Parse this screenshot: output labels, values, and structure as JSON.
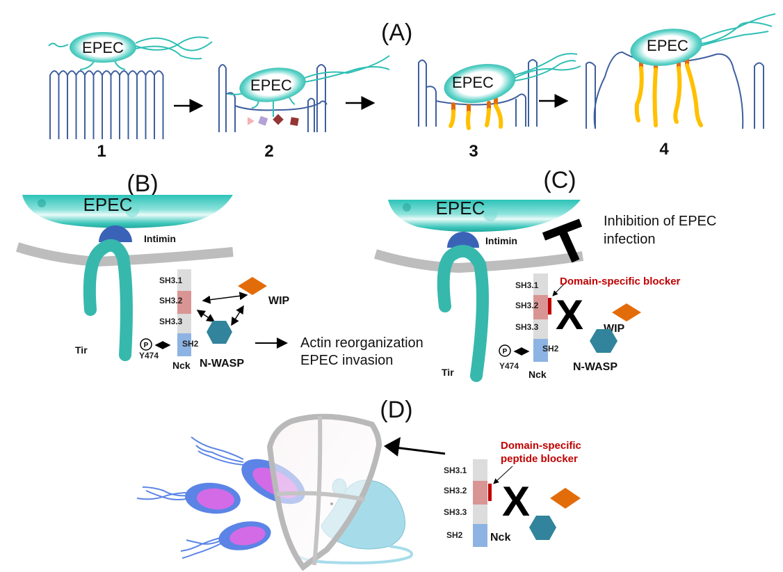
{
  "figure": {
    "panelA": {
      "label": "(A)",
      "steps": [
        {
          "number": "1",
          "bacterium": "EPEC"
        },
        {
          "number": "2",
          "bacterium": "EPEC"
        },
        {
          "number": "3",
          "bacterium": "EPEC"
        },
        {
          "number": "4",
          "bacterium": "EPEC"
        }
      ]
    },
    "panelB": {
      "label": "(B)",
      "bacterium": "EPEC",
      "intimin": "Intimin",
      "tir": "Tir",
      "phospho": "P",
      "residue": "Y474",
      "nck_label": "Nck",
      "domains": [
        "SH3.1",
        "SH3.2",
        "SH3.3",
        "SH2"
      ],
      "wip": "WIP",
      "nwasp": "N-WASP",
      "outcome_line1": "Actin reorganization",
      "outcome_line2": "EPEC invasion"
    },
    "panelC": {
      "label": "(C)",
      "bacterium": "EPEC",
      "intimin": "Intimin",
      "tir": "Tir",
      "phospho": "P",
      "residue": "Y474",
      "nck_label": "Nck",
      "domains": [
        "SH3.1",
        "SH3.2",
        "SH3.3",
        "SH2"
      ],
      "wip": "WIP",
      "nwasp": "N-WASP",
      "blocker": "Domain-specific blocker",
      "inhibition_line1": "Inhibition of EPEC",
      "inhibition_line2": "infection",
      "block_mark": "X"
    },
    "panelD": {
      "label": "(D)",
      "nck_label": "Nck",
      "domains": [
        "SH3.1",
        "SH3.2",
        "SH3.3",
        "SH2"
      ],
      "blocker_line1": "Domain-specific",
      "blocker_line2": "peptide blocker",
      "block_mark": "X"
    },
    "colors": {
      "bacterium_teal": "#2fbfb4",
      "microvilli": "#3e5f9e",
      "actin": "#ffc000",
      "tir": "#37b8ad",
      "intimin": "#3a63b8",
      "membrane": "#bdbdbd",
      "sh3_grey": "#dcdcdc",
      "sh3_2_pink": "#d99594",
      "sh2_blue": "#8db3e2",
      "wip_orange": "#e36c0a",
      "nwasp_teal": "#31849b",
      "blocker_red": "#c00000",
      "bacteria_blue": "#5b84e6",
      "bacteria_magenta": "#d36be6",
      "mouse": "#a6dcea"
    }
  }
}
